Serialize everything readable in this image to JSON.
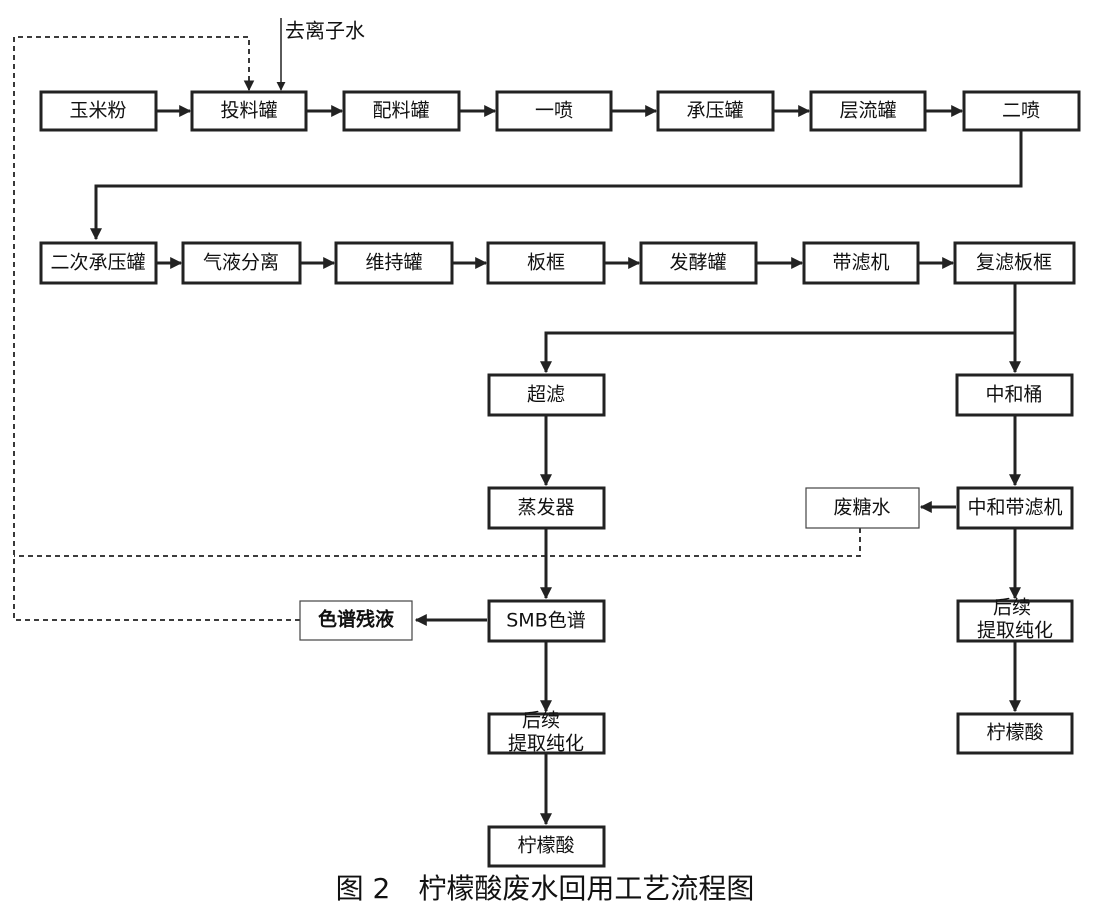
{
  "nodes": {
    "corn_flour": "玉米粉",
    "feed_tank": "投料罐",
    "batching_tank": "配料罐",
    "first_jet": "一喷",
    "pressure_tank": "承压罐",
    "laminar_tank": "层流罐",
    "second_jet": "二喷",
    "secondary_pressure_tank": "二次承压罐",
    "gas_liquid_separation": "气液分离",
    "holding_tank": "维持罐",
    "plate_frame": "板框",
    "fermentation_tank": "发酵罐",
    "belt_filter": "带滤机",
    "refilter_plate_frame": "复滤板框",
    "ultrafiltration": "超滤",
    "evaporator": "蒸发器",
    "smb_chromatography": "SMB色谱",
    "chromatography_residue": "色谱残液",
    "left_followup_line1": "后续",
    "left_followup_line2": "提取纯化",
    "left_citric_acid": "柠檬酸",
    "neutralization_tank": "中和桶",
    "neutralization_belt_filter": "中和带滤机",
    "waste_sugar_water": "废糖水",
    "right_followup_line1": "后续",
    "right_followup_line2": "提取纯化",
    "right_citric_acid": "柠檬酸"
  },
  "deionized_water": "去离子水",
  "caption": "图 2　柠檬酸废水回用工艺流程图"
}
